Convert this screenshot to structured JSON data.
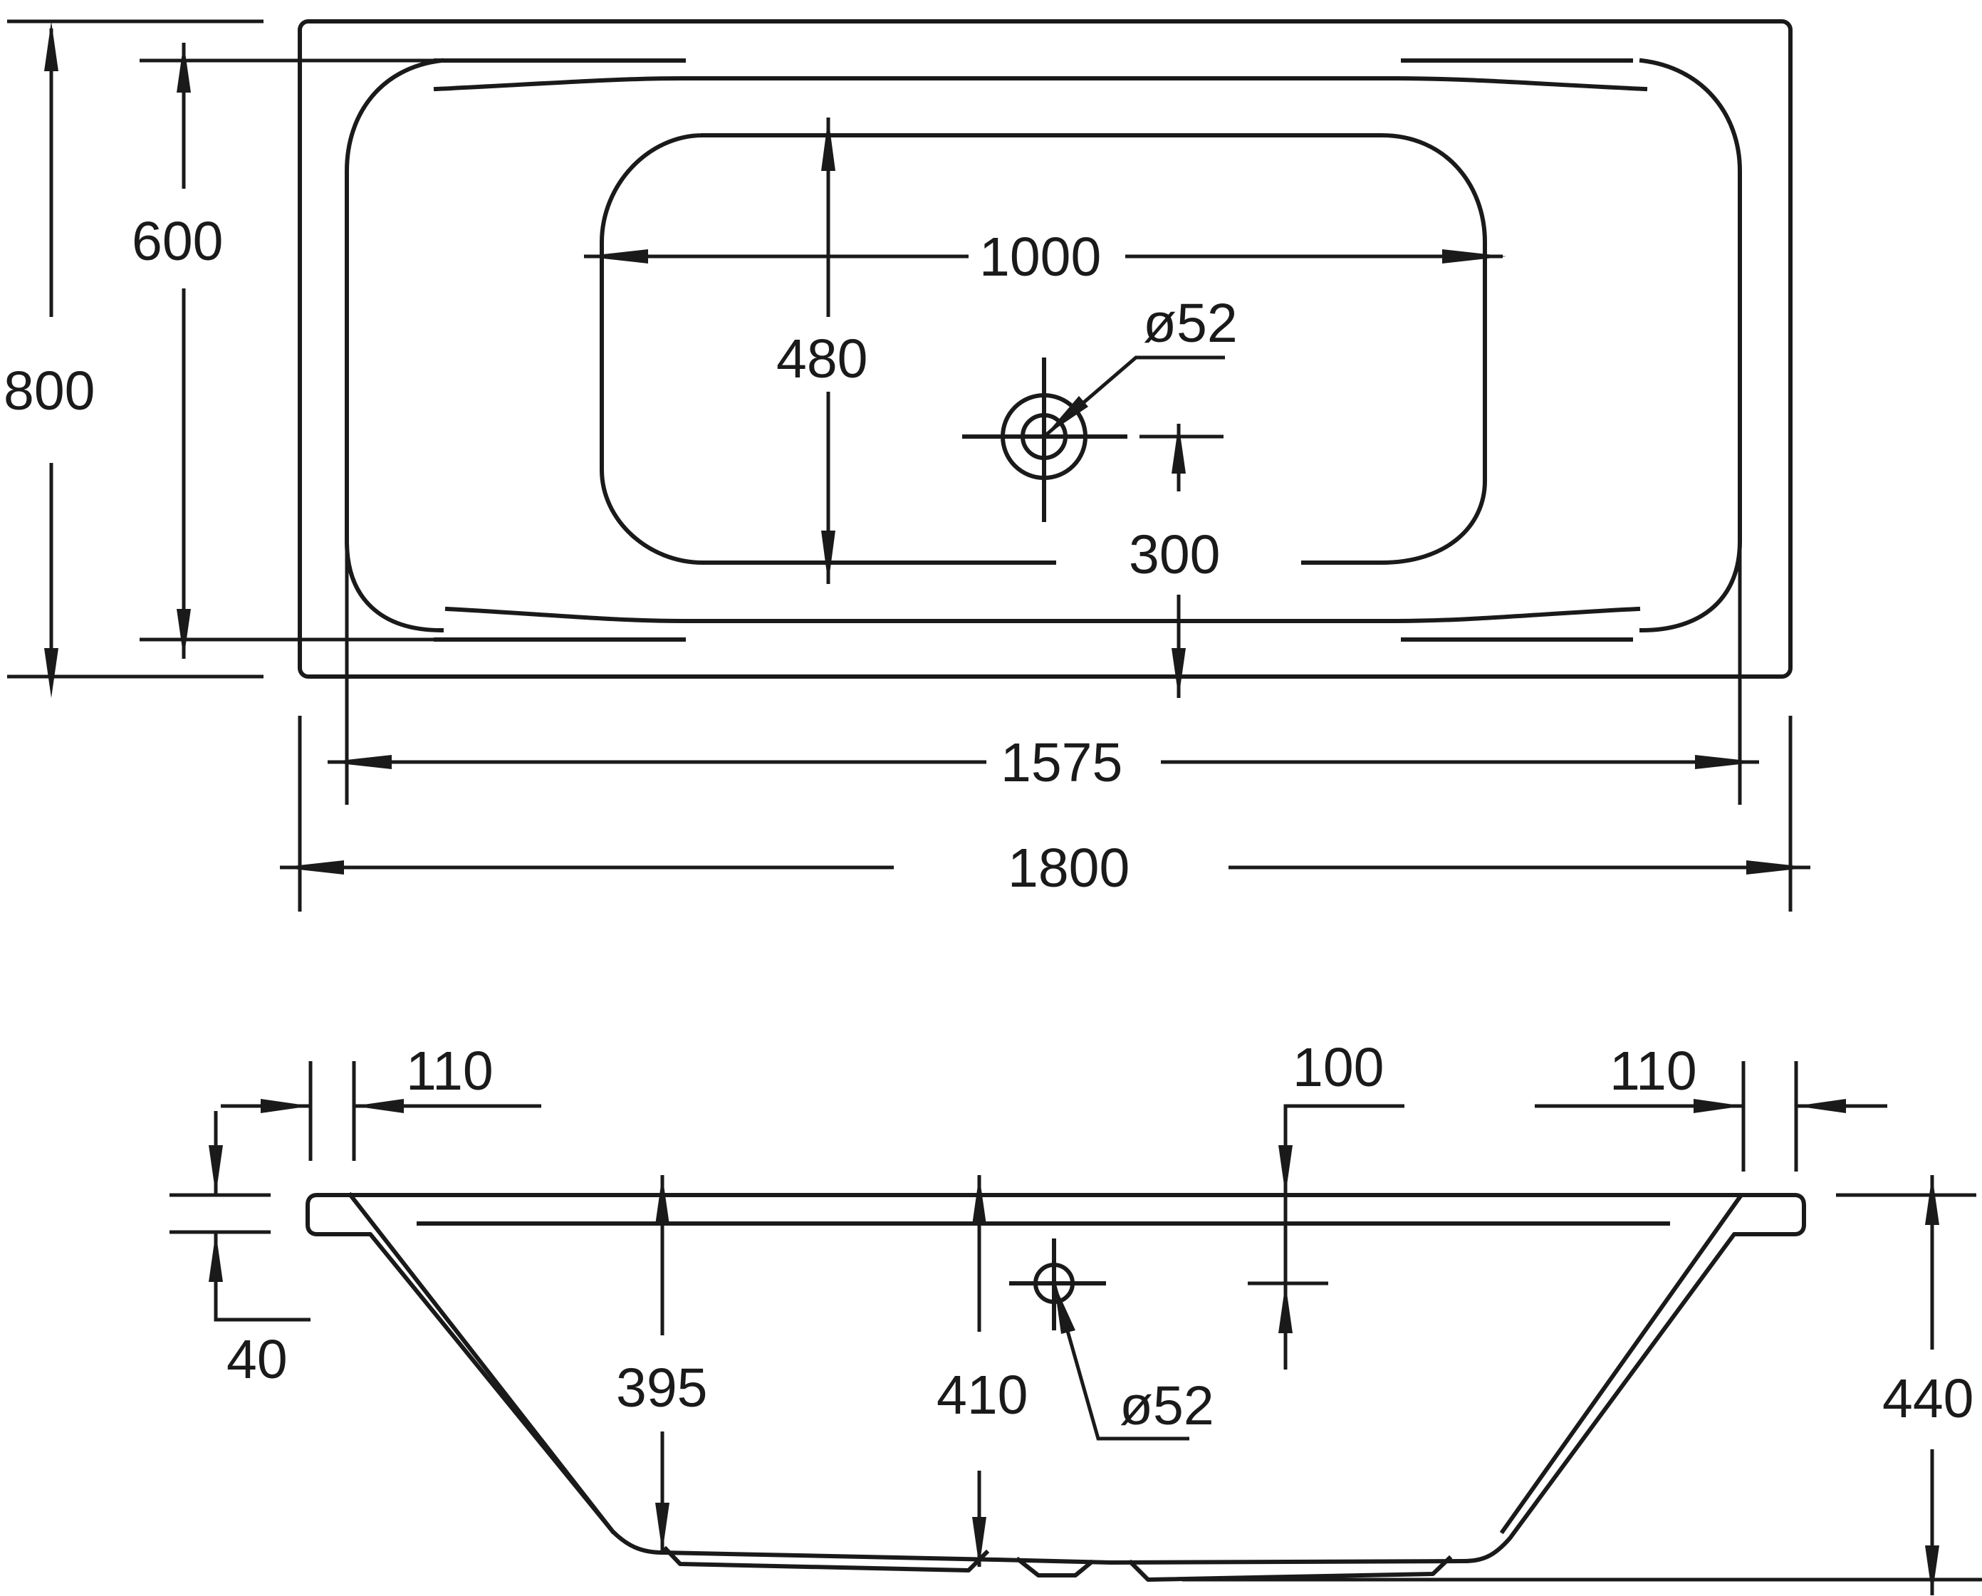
{
  "plan_view": {
    "length_overall": "1800",
    "width_overall": "800",
    "length_inner": "1575",
    "width_inner": "600",
    "floor_length": "1000",
    "floor_width": "480",
    "drain_diameter": "ø52",
    "drain_offset": "300"
  },
  "side_view": {
    "rim_left": "110",
    "rim_right": "110",
    "drain_from_rim": "100",
    "rim_thickness": "40",
    "depth_left": "395",
    "depth_center": "410",
    "height_total": "440",
    "drain_diameter": "ø52"
  }
}
